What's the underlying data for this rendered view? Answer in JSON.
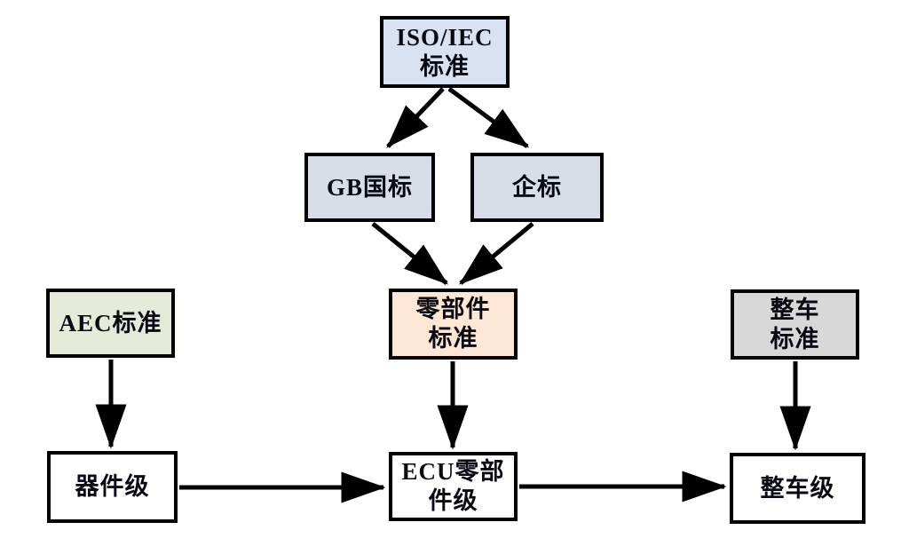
{
  "diagram": {
    "title": "automotive-standards-hierarchy-flowchart",
    "background_color": "#ffffff",
    "border_color": "#000000",
    "arrow_color": "#000000",
    "nodes": {
      "iso_iec": {
        "line1": "ISO/IEC",
        "line2": "标准",
        "fill": "#d9e2f3"
      },
      "gb": {
        "line1": "GB国标",
        "fill": "#d8dde8"
      },
      "qibiao": {
        "line1": "企标",
        "fill": "#d8dde8"
      },
      "parts_std": {
        "line1": "零部件",
        "line2": "标准",
        "fill": "#fbe7d4"
      },
      "aec": {
        "line1": "AEC标准",
        "fill": "#e6ebd9"
      },
      "vehicle_std": {
        "line1": "整车",
        "line2": "标准",
        "fill": "#d8d8d8"
      },
      "device_level": {
        "line1": "器件级",
        "fill": "#ffffff"
      },
      "ecu_level": {
        "line1": "ECU零部",
        "line2": "件级",
        "fill": "#ffffff"
      },
      "vehicle_level": {
        "line1": "整车级",
        "fill": "#ffffff"
      }
    },
    "edges": [
      {
        "from": "iso_iec",
        "to": "gb"
      },
      {
        "from": "iso_iec",
        "to": "qibiao"
      },
      {
        "from": "gb",
        "to": "parts_std"
      },
      {
        "from": "qibiao",
        "to": "parts_std"
      },
      {
        "from": "aec",
        "to": "device_level"
      },
      {
        "from": "parts_std",
        "to": "ecu_level"
      },
      {
        "from": "vehicle_std",
        "to": "vehicle_level"
      },
      {
        "from": "device_level",
        "to": "ecu_level"
      },
      {
        "from": "ecu_level",
        "to": "vehicle_level"
      }
    ]
  }
}
